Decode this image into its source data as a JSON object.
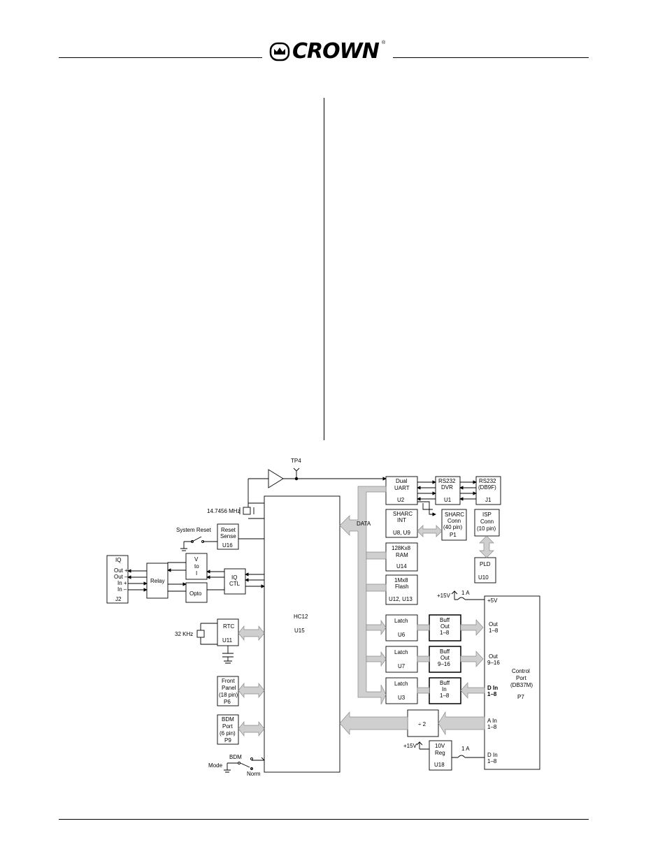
{
  "header": {
    "brand": "CROWN",
    "registered_mark": "®"
  },
  "diagram": {
    "tp4": "TP4",
    "crystal_freq": "14.7456 MHz",
    "system_reset": "System Reset",
    "reset_sense": [
      "Reset",
      "Sense",
      "U16"
    ],
    "iq_conn": [
      "IQ",
      "Out +",
      "Out –",
      "In +",
      "In –",
      "J2"
    ],
    "relay": "Relay",
    "v_to_i": [
      "V",
      "to",
      "I"
    ],
    "opto": "Opto",
    "iq_ctl": [
      "IQ",
      "CTL"
    ],
    "rtc": [
      "RTC",
      "U11"
    ],
    "rtc_crystal": "32 KHz",
    "front_panel": [
      "Front",
      "Panel",
      "(18 pin)",
      "P6"
    ],
    "bdm_port": [
      "BDM",
      "Port",
      "(6 pin)",
      "P9"
    ],
    "mode": "Mode",
    "bdm": "BDM",
    "norm": "Norm",
    "hc12": [
      "HC12",
      "U15"
    ],
    "data": "DATA",
    "dual_uart": [
      "Dual",
      "UART",
      "U2"
    ],
    "rs232_dvr": [
      "RS232",
      "DVR",
      "U1"
    ],
    "rs232_conn": [
      "RS232",
      "(DB9F)",
      "J1"
    ],
    "sharc_int": [
      "SHARC",
      "INT",
      "U8, U9"
    ],
    "sharc_conn": [
      "SHARC",
      "Conn",
      "(40 pin)",
      "P1"
    ],
    "isp_conn": [
      "ISP",
      "Conn",
      "(10 pin)"
    ],
    "pld": [
      "PLD",
      "U10"
    ],
    "ram": [
      "128Kx8",
      "RAM",
      "U14"
    ],
    "flash": [
      "1Mx8",
      "Flash",
      "U12, U13"
    ],
    "plus15v": "+15V",
    "one_amp": "1 A",
    "latch_u6": [
      "Latch",
      "U6"
    ],
    "latch_u7": [
      "Latch",
      "U7"
    ],
    "latch_u3": [
      "Latch",
      "U3"
    ],
    "buff_out_1": [
      "Buff",
      "Out",
      "1–8"
    ],
    "buff_out_2": [
      "Buff",
      "Out",
      "9–16"
    ],
    "buff_in": [
      "Buff",
      "In",
      "1–8"
    ],
    "divider": "÷ 2",
    "reg": [
      "10V",
      "Reg",
      "U18"
    ],
    "control_port": [
      "Control",
      "Port",
      "(DB37M)",
      "P7"
    ],
    "cp_pins": [
      "+5V",
      "Out",
      "1–8",
      "Out",
      "9–16",
      "D In",
      "1–8",
      "A In",
      "1–8",
      "D In",
      "1–8"
    ]
  }
}
